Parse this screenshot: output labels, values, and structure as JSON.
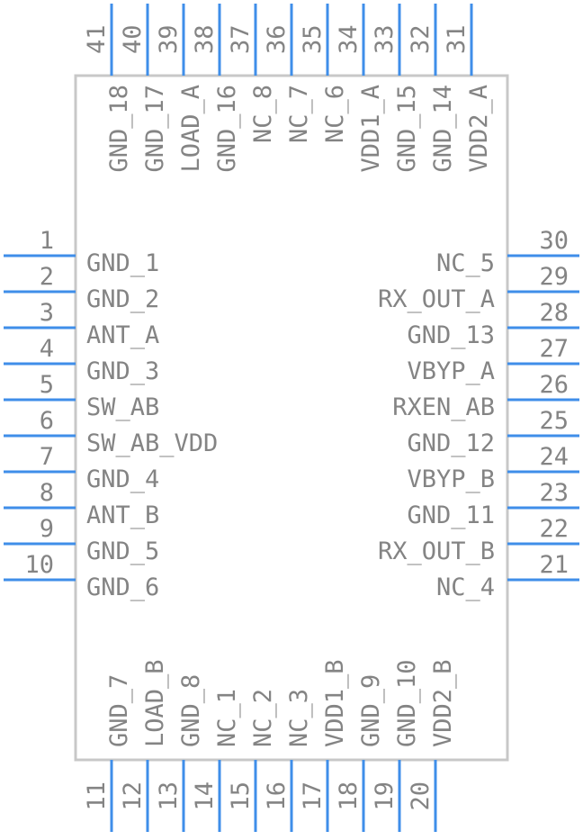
{
  "colors": {
    "pin": "#3f8ee9",
    "body_stroke": "#c8c8c8",
    "text": "#848484",
    "background": "#ffffff"
  },
  "pins": {
    "left": [
      {
        "number": "1",
        "name": "GND_1"
      },
      {
        "number": "2",
        "name": "GND_2"
      },
      {
        "number": "3",
        "name": "ANT_A"
      },
      {
        "number": "4",
        "name": "GND_3"
      },
      {
        "number": "5",
        "name": "SW_AB"
      },
      {
        "number": "6",
        "name": "SW_AB_VDD"
      },
      {
        "number": "7",
        "name": "GND_4"
      },
      {
        "number": "8",
        "name": "ANT_B"
      },
      {
        "number": "9",
        "name": "GND_5"
      },
      {
        "number": "10",
        "name": "GND_6"
      }
    ],
    "bottom": [
      {
        "number": "11",
        "name": "GND_7"
      },
      {
        "number": "12",
        "name": "LOAD_B"
      },
      {
        "number": "13",
        "name": "GND_8"
      },
      {
        "number": "14",
        "name": "NC_1"
      },
      {
        "number": "15",
        "name": "NC_2"
      },
      {
        "number": "16",
        "name": "NC_3"
      },
      {
        "number": "17",
        "name": "VDD1_B"
      },
      {
        "number": "18",
        "name": "GND_9"
      },
      {
        "number": "19",
        "name": "GND_10"
      },
      {
        "number": "20",
        "name": "VDD2_B"
      }
    ],
    "right": [
      {
        "number": "21",
        "name": "NC_4"
      },
      {
        "number": "22",
        "name": "RX_OUT_B"
      },
      {
        "number": "23",
        "name": "GND_11"
      },
      {
        "number": "24",
        "name": "VBYP_B"
      },
      {
        "number": "25",
        "name": "GND_12"
      },
      {
        "number": "26",
        "name": "RXEN_AB"
      },
      {
        "number": "27",
        "name": "VBYP_A"
      },
      {
        "number": "28",
        "name": "GND_13"
      },
      {
        "number": "29",
        "name": "RX_OUT_A"
      },
      {
        "number": "30",
        "name": "NC_5"
      }
    ],
    "top": [
      {
        "number": "31",
        "name": "VDD2_A"
      },
      {
        "number": "32",
        "name": "GND_14"
      },
      {
        "number": "33",
        "name": "GND_15"
      },
      {
        "number": "34",
        "name": "VDD1_A"
      },
      {
        "number": "35",
        "name": "NC_6"
      },
      {
        "number": "36",
        "name": "NC_7"
      },
      {
        "number": "37",
        "name": "NC_8"
      },
      {
        "number": "38",
        "name": "GND_16"
      },
      {
        "number": "39",
        "name": "LOAD_A"
      },
      {
        "number": "40",
        "name": "GND_17"
      },
      {
        "number": "41",
        "name": "GND_18"
      }
    ]
  }
}
